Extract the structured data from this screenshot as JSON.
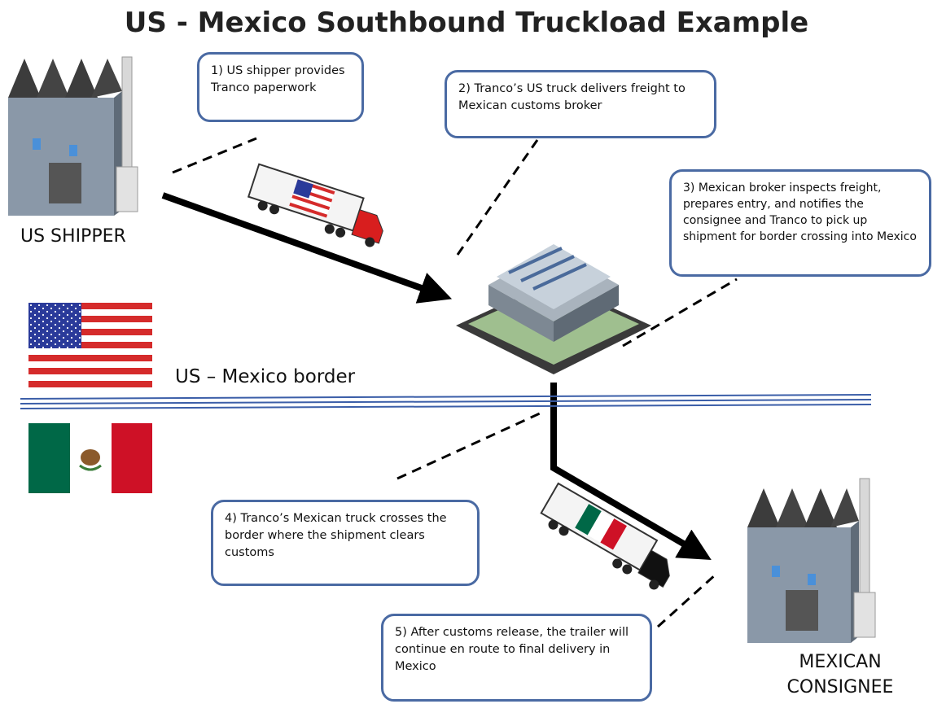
{
  "title": "US - Mexico Southbound Truckload Example",
  "labels": {
    "us_shipper": "US SHIPPER",
    "border": "US – Mexico border",
    "mexican_consignee_line1": "MEXICAN",
    "mexican_consignee_line2": "CONSIGNEE"
  },
  "steps": [
    {
      "text": "1) US shipper provides Tranco paperwork"
    },
    {
      "text": "2) Tranco’s US truck delivers freight to Mexican customs broker"
    },
    {
      "text": "3) Mexican broker inspects freight, prepares entry, and notifies the consignee and Tranco to pick up shipment for border crossing into Mexico"
    },
    {
      "text": "4) Tranco’s Mexican truck crosses the border where the shipment clears customs"
    },
    {
      "text": "5) After customs release, the trailer will continue en route to final delivery in Mexico"
    }
  ],
  "colors": {
    "callout_border": "#4a6aa3",
    "border_line": "#3b5ea8",
    "arrow": "#000000",
    "us_red": "#d52b2b",
    "us_blue": "#2a3a9a",
    "mx_green": "#006847",
    "mx_red": "#ce1126"
  }
}
